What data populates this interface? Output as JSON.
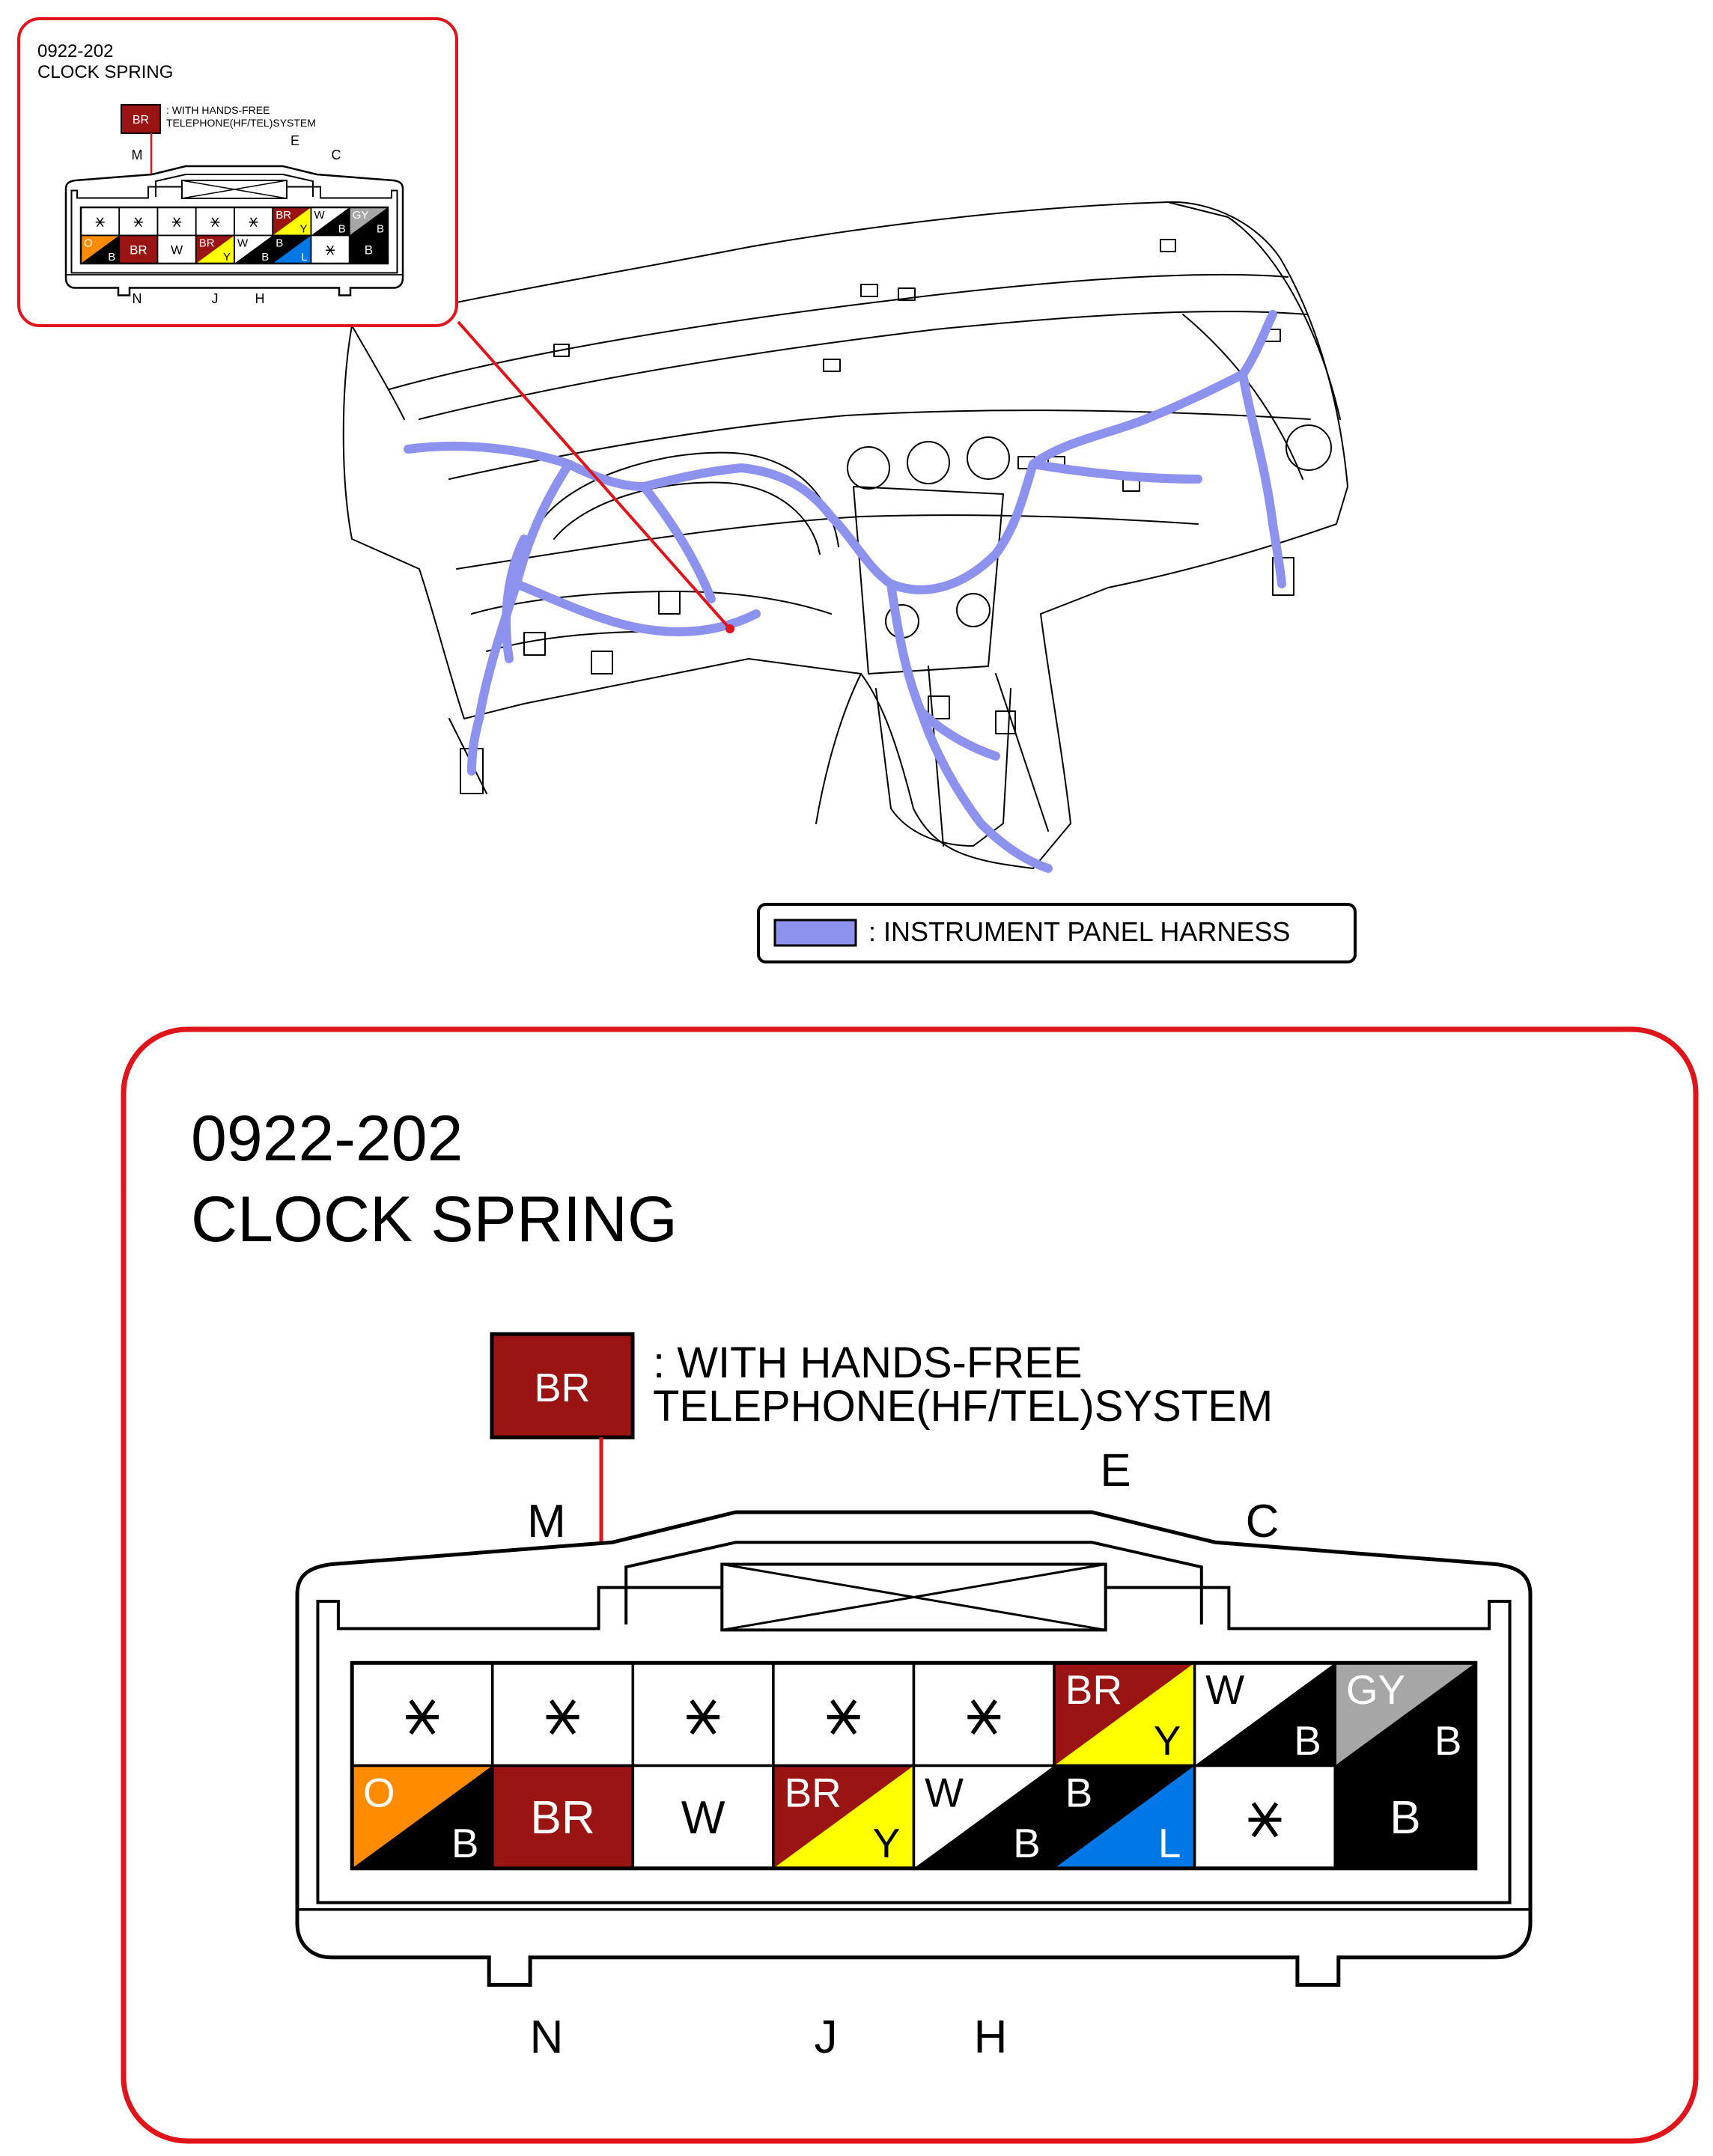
{
  "colors": {
    "callout": "#e0151b",
    "harness": "#8c92ee",
    "BR": "#9b1414",
    "Y": "#ffff00",
    "O": "#ff8c00",
    "W": "#ffffff",
    "B": "#000000",
    "L": "#0077e6",
    "GY": "#a6a6a6"
  },
  "connector": {
    "code": "0922-202",
    "name": "CLOCK SPRING",
    "note_swatch": "BR",
    "note_line1": ": WITH HANDS-FREE",
    "note_line2": "TELEPHONE(HF/TEL)SYSTEM",
    "edge_labels": {
      "M": "M",
      "E": "E",
      "C": "C",
      "N": "N",
      "J": "J",
      "H": "H"
    },
    "terminals_top": [
      {
        "primary": "*"
      },
      {
        "primary": "*"
      },
      {
        "primary": "*"
      },
      {
        "primary": "*"
      },
      {
        "primary": "*"
      },
      {
        "primary": "BR",
        "secondary": "Y"
      },
      {
        "primary": "W",
        "secondary": "B"
      },
      {
        "primary": "GY",
        "secondary": "B"
      }
    ],
    "terminals_bottom": [
      {
        "primary": "O",
        "secondary": "B"
      },
      {
        "primary": "BR"
      },
      {
        "primary": "W"
      },
      {
        "primary": "BR",
        "secondary": "Y"
      },
      {
        "primary": "W",
        "secondary": "B"
      },
      {
        "primary": "B",
        "secondary": "L"
      },
      {
        "primary": "*"
      },
      {
        "primary": "B"
      }
    ]
  },
  "legend": {
    "harness_label": ": INSTRUMENT PANEL HARNESS"
  }
}
